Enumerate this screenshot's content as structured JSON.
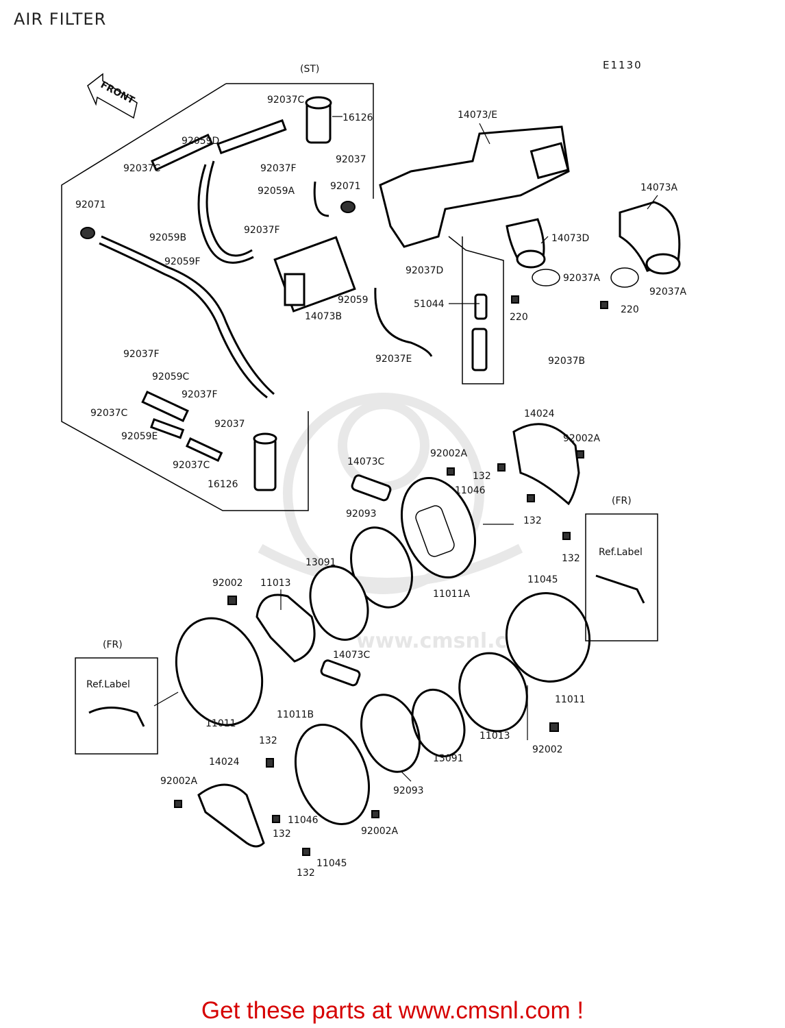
{
  "page": {
    "title": "AIR FILTER",
    "diagram_code": "E1130",
    "footer": "Get these parts at www.cmsnl.com !",
    "watermark": "www.cmsnl.com",
    "front_label": "FRONT"
  },
  "groups": {
    "st": "(ST)",
    "fr_right": "(FR)",
    "fr_left": "(FR)",
    "ref_label_right": "Ref.Label",
    "ref_label_left": "Ref.Label"
  },
  "labels": [
    "92037C",
    "16126",
    "92059D",
    "92037C",
    "92037F",
    "92037",
    "92059A",
    "92071",
    "92071",
    "92059B",
    "92037F",
    "92059F",
    "14073/E",
    "14073A",
    "14073D",
    "92037A",
    "92037A",
    "220",
    "220",
    "92037D",
    "92059",
    "14073B",
    "51044",
    "92037E",
    "92037B",
    "92037F",
    "92059C",
    "92037F",
    "92037C",
    "92037",
    "92059E",
    "92037C",
    "16126",
    "14024",
    "92002A",
    "92002A",
    "14073C",
    "132",
    "11046",
    "132",
    "92093",
    "132",
    "11045",
    "13091",
    "11011A",
    "92002",
    "11013",
    "14073C",
    "11011",
    "11013",
    "11011",
    "11011B",
    "13091",
    "92002",
    "132",
    "14024",
    "92002A",
    "92093",
    "11046",
    "132",
    "92002A",
    "11045",
    "132"
  ],
  "colors": {
    "footer": "#d60000",
    "line": "#000000",
    "watermark": "#e8e8e8"
  }
}
